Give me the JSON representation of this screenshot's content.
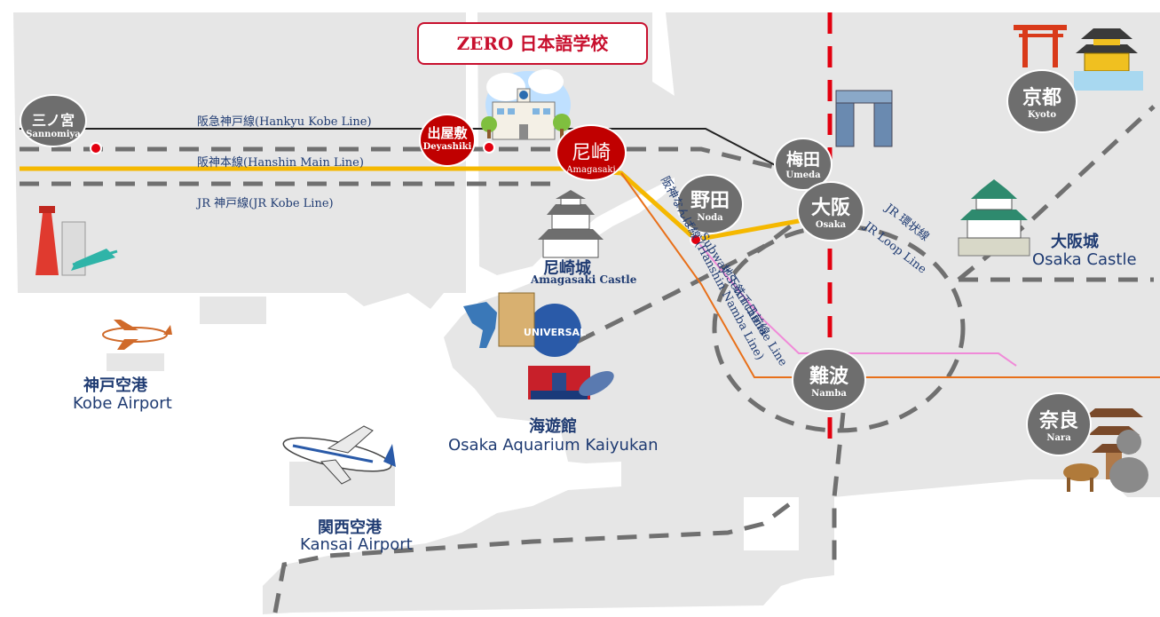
{
  "header": {
    "title": "ZERO 日本語学校"
  },
  "stations": {
    "sannomiya": {
      "jp": "三ノ宮",
      "en": "Sannomiya"
    },
    "deyashiki": {
      "jp": "出屋敷",
      "en": "Deyashiki"
    },
    "amagasaki": {
      "jp": "尼崎",
      "en": "Amagasaki"
    },
    "noda": {
      "jp": "野田",
      "en": "Noda"
    },
    "umeda": {
      "jp": "梅田",
      "en": "Umeda"
    },
    "osaka": {
      "jp": "大阪",
      "en": "Osaka"
    },
    "namba": {
      "jp": "難波",
      "en": "Namba"
    },
    "kyoto": {
      "jp": "京都",
      "en": "Kyoto"
    },
    "nara": {
      "jp": "奈良",
      "en": "Nara"
    }
  },
  "lines": {
    "hankyu_kobe": "阪急神戸線(Hankyu Kobe Line)",
    "hanshin_main": "阪神本線(Hanshin Main Line)",
    "jr_kobe": "JR 神戸線(JR Kobe Line)",
    "hanshin_namba": "阪神なんば線 (Hanshin Namba Line)",
    "subway_sennichimae_jp": "地下鉄千日前線",
    "subway_sennichimae_en": "Subway Sennichimae Line",
    "jr_loop_jp": "JR 環状線",
    "jr_loop_en": "JR Loop Line"
  },
  "landmarks": {
    "amagasaki_castle": {
      "jp": "尼崎城",
      "en": "Amagasaki Castle"
    },
    "osaka_castle": {
      "jp": "大阪城",
      "en": "Osaka Castle"
    },
    "aquarium": {
      "jp": "海遊館",
      "en": "Osaka Aquarium Kaiyukan"
    },
    "kobe_airport": {
      "jp": "神戸空港",
      "en": "Kobe Airport"
    },
    "kansai_airport": {
      "jp": "関西空港",
      "en": "Kansai Airport"
    },
    "universal_sign": "UNIVERSAL"
  },
  "colors": {
    "hanshin_main": "#f5b800",
    "hankyu": "#222222",
    "jr": "#707070",
    "subway": "#f08ad8",
    "hanshin_namba": "#e8701a",
    "accent_red": "#c00000",
    "land": "#e6e6e6"
  },
  "icons": [
    "school-building-icon",
    "kobe-port-tower-icon",
    "airplane-icon",
    "castle-icon",
    "torii-gate-icon",
    "kinkakuji-icon",
    "umeda-sky-building-icon",
    "universal-globe-icon",
    "dinosaur-icon",
    "aquarium-icon",
    "whale-shark-icon",
    "pagoda-icon",
    "deer-icon",
    "buddha-icon"
  ]
}
